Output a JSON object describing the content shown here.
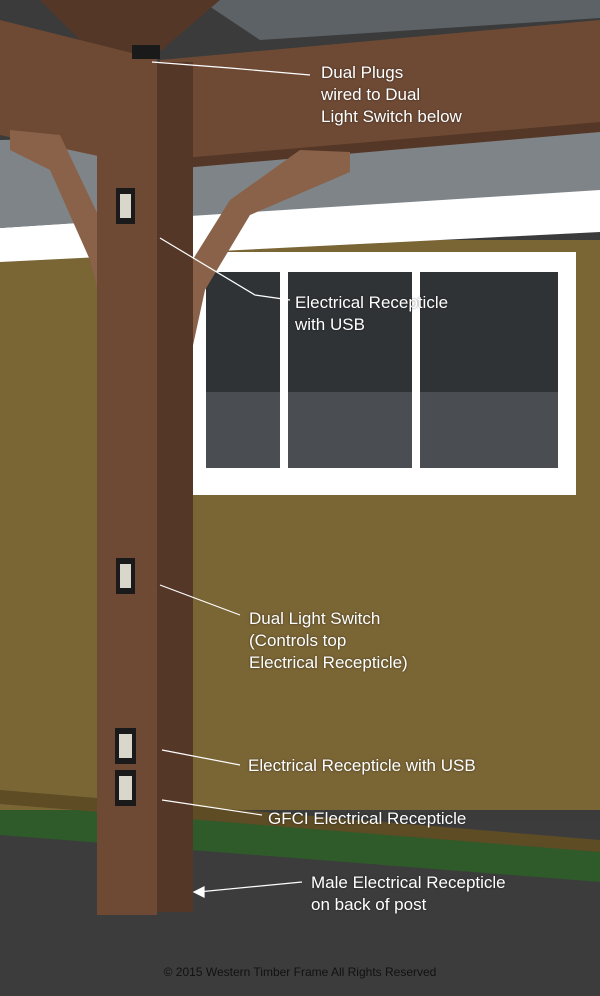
{
  "colors": {
    "post": "#6e4a35",
    "post_dark": "#553727",
    "post_light": "#8a6249",
    "stucco": "#7a6535",
    "stucco_dark": "#5e4c25",
    "trim": "#ffffff",
    "roof": "#7f8488",
    "roof_dark": "#5d6266",
    "glass": "#4a4e52",
    "glass_dark": "#303336",
    "lawn": "#2f5a2a",
    "pavement": "#3c3c3c",
    "outlet": "#1a1a1a",
    "outlet_face": "#d9d6cc",
    "label_text": "#ffffff",
    "leader_line": "#ffffff"
  },
  "callouts": [
    {
      "id": "dual-plugs",
      "lines": [
        "Dual Plugs",
        "wired to Dual",
        "Light Switch below"
      ]
    },
    {
      "id": "receptacle-usb-top",
      "lines": [
        "Electrical Recepticle",
        "with USB"
      ]
    },
    {
      "id": "dual-light-switch",
      "lines": [
        "Dual Light Switch",
        "(Controls top",
        "Electrical Recepticle)"
      ]
    },
    {
      "id": "receptacle-usb-bottom",
      "lines": [
        "Electrical Recepticle with USB"
      ]
    },
    {
      "id": "gfci-receptacle",
      "lines": [
        "GFCI Electrical Recepticle"
      ]
    },
    {
      "id": "male-receptacle",
      "lines": [
        "Male Electrical Recepticle",
        "on back of post"
      ]
    }
  ],
  "copyright": "© 2015 Western Timber Frame All Rights Reserved"
}
